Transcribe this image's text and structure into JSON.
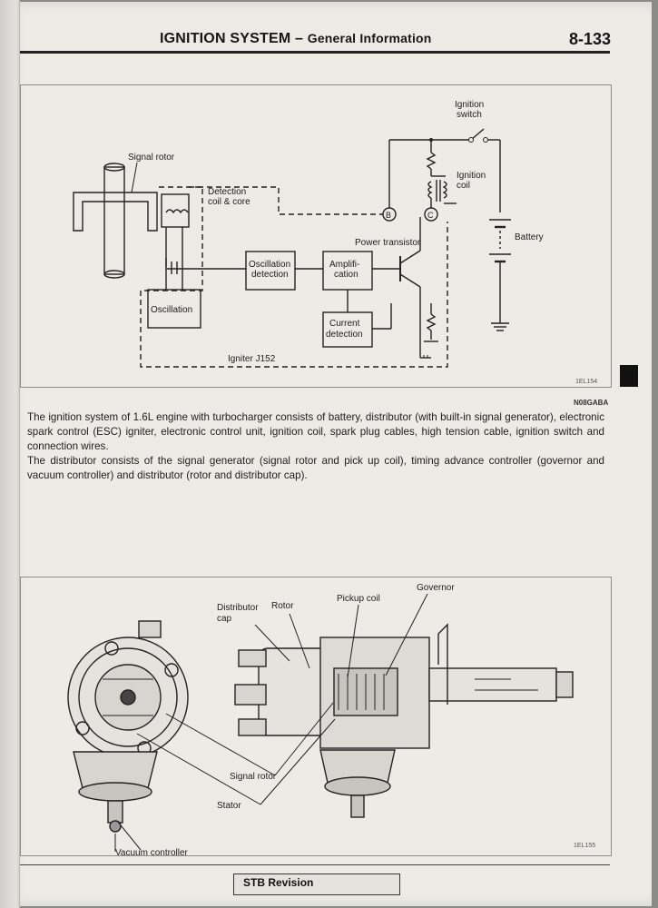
{
  "header": {
    "section": "IGNITION SYSTEM",
    "separator": " – ",
    "subtitle": "General Information",
    "page_number": "8-133"
  },
  "diagram1": {
    "labels": {
      "signal_rotor": "Signal rotor",
      "detection_line1": "Detection",
      "detection_line2": "coil & core",
      "ignition_switch_line1": "Ignition",
      "ignition_switch_line2": "switch",
      "ignition_coil_line1": "Ignition",
      "ignition_coil_line2": "coil",
      "battery": "Battery",
      "power_transistor": "Power transistor",
      "oscillation_detection_line1": "Oscillation",
      "oscillation_detection_line2": "detection",
      "amplification_line1": "Amplifi-",
      "amplification_line2": "cation",
      "oscillation": "Oscillation",
      "current_detection_line1": "Current",
      "current_detection_line2": "detection",
      "igniter": "Igniter J152",
      "terminal_b": "B",
      "terminal_c": "C"
    },
    "figure_code": "1EL154"
  },
  "section_code": "N08GABA",
  "paragraphs": {
    "p1": "The ignition system of 1.6L engine with turbocharger consists of battery, distributor (with built-in signal generator), electronic spark control (ESC) igniter, electronic control unit, ignition coil, spark plug cables, high tension cable, ignition switch and connection wires.",
    "p2": "The distributor consists of the signal generator (signal rotor and pick up coil), timing advance controller (governor and vacuum controller) and distributor (rotor and distributor cap)."
  },
  "diagram2": {
    "labels": {
      "distributor_cap_line1": "Distributor",
      "distributor_cap_line2": "cap",
      "rotor": "Rotor",
      "pickup_coil": "Pickup coil",
      "governor": "Governor",
      "signal_rotor": "Signal rotor",
      "stator": "Stator",
      "vacuum_controller": "Vacuum controller"
    },
    "figure_code": "1EL155"
  },
  "footer": {
    "label": "STB Revision"
  }
}
